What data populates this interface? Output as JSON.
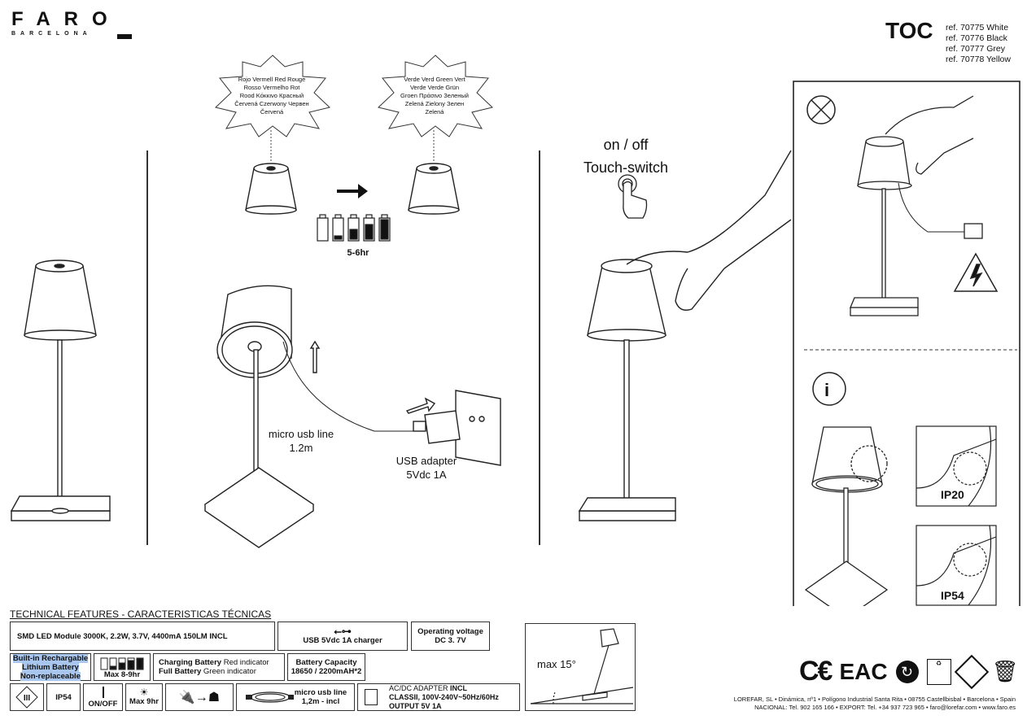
{
  "brand": {
    "name": "FARO",
    "sub": "BARCELONA"
  },
  "model": "TOC",
  "refs": [
    "ref. 70775 White",
    "ref. 70776 Black",
    "ref. 70777 Grey",
    "ref. 70778 Yellow"
  ],
  "burst_red": [
    "Rojo Vermell Red Rouge",
    "Rosso Vermelho Rot",
    "Rood Κόκκινο Красный",
    "Červená Czerwony Червен",
    "Červená"
  ],
  "burst_green": [
    "Verde Verd Green Vert",
    "Verde Verde Grün",
    "Groen Πράσινο Зеленый",
    "Zelená Zielony Зелен",
    "Zelená"
  ],
  "charge_time": "5-6hr",
  "usb_line": [
    "micro usb line",
    "1.2m"
  ],
  "usb_adapter": [
    "USB adapter",
    "5Vdc 1A"
  ],
  "touch": [
    "on / off",
    "Touch-switch"
  ],
  "ip_labels": [
    "IP20",
    "IP54"
  ],
  "tech": {
    "title": "TECHNICAL FEATURES - CARACTERISTICAS TÉCNICAS",
    "led": "SMD LED Module 3000K, 2.2W, 3.7V, 4400mA 150LM INCL",
    "usb_charger": "USB 5Vdc 1A charger",
    "op_voltage": [
      "Operating voltage",
      "DC 3. 7V"
    ],
    "battery": [
      "Built-in Rechargable",
      "Lithium Battery",
      "Non-replaceable"
    ],
    "max_charge": "Max 8-9hr",
    "charging": {
      "b1": "Charging Battery",
      "r1": " Red indicator",
      "b2": "Full Battery",
      "r2": " Green indicator"
    },
    "capacity": [
      "Battery Capacity",
      "18650 / 2200mAH*2"
    ],
    "ip": "IP54",
    "onoff": "ON/OFF",
    "max_light": "Max 9hr",
    "cable": [
      "micro usb line",
      "1,2m - incl"
    ],
    "adapter": {
      "l1a": "AC/DC ADAPTER ",
      "l1b": "INCL",
      "l2": "CLASSII, 100V-240V~50Hz/60Hz",
      "l3": "OUTPUT 5V 1A"
    },
    "tilt": "max 15°",
    "class_mark": "III"
  },
  "footer": [
    "LOREFAR, SL • Dinámica, nº1 • Polígono Industrial Santa Rita • 08755 Castellbisbal • Barcelona • Spain",
    "NACIONAL: Tel. 902 165 166 • EXPORT: Tel. +34 937 723 965 • faro@lorefar.com • www.faro.es"
  ]
}
